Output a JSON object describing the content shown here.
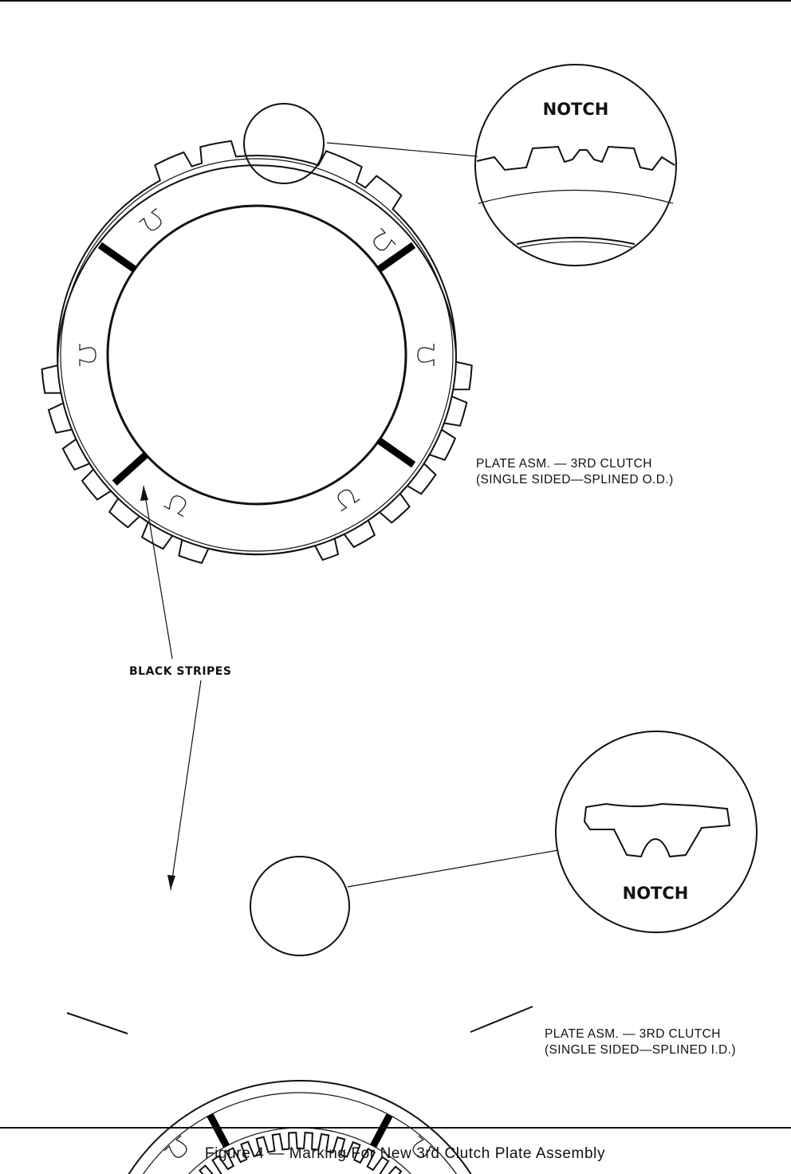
{
  "top_plate": {
    "notch_label": "NOTCH",
    "name_line1": "PLATE ASM. — 3RD CLUTCH",
    "name_line2": "(SINGLE SIDED—SPLINED O.D.)"
  },
  "callout": {
    "black_stripes_label": "BLACK STRIPES"
  },
  "bottom_plate": {
    "notch_label": "NOTCH",
    "name_line1": "PLATE ASM. — 3RD CLUTCH",
    "name_line2": "(SINGLE SIDED—SPLINED I.D.)"
  },
  "caption": "Figure 4 — Marking For New 3rd Clutch Plate Assembly"
}
